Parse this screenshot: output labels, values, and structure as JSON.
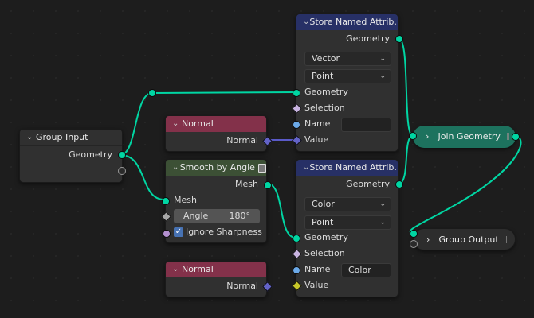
{
  "nodes": {
    "group_input": {
      "title": "Group Input",
      "outputs": [
        "Geometry"
      ]
    },
    "normal_1": {
      "title": "Normal",
      "output": "Normal"
    },
    "smooth_by_angle": {
      "title": "Smooth by Angle",
      "output": "Mesh",
      "inputs": {
        "mesh": "Mesh",
        "angle_label": "Angle",
        "angle_value": "180°",
        "ignore_sharpness": "Ignore Sharpness",
        "ignore_sharpness_checked": true
      }
    },
    "normal_2": {
      "title": "Normal",
      "output": "Normal"
    },
    "store_1": {
      "title": "Store Named Attrib...",
      "output": "Geometry",
      "data_type": "Vector",
      "domain": "Point",
      "inputs": {
        "geometry": "Geometry",
        "selection": "Selection",
        "name": "Name",
        "name_value": "",
        "value": "Value"
      }
    },
    "store_2": {
      "title": "Store Named Attrib...",
      "output": "Geometry",
      "data_type": "Color",
      "domain": "Point",
      "inputs": {
        "geometry": "Geometry",
        "selection": "Selection",
        "name": "Name",
        "name_value": "Color",
        "value": "Value"
      }
    },
    "join_geometry": {
      "title": "Join Geometry"
    },
    "group_output": {
      "title": "Group Output"
    }
  },
  "colors": {
    "geometry_socket": "#00d6a3",
    "normal_header": "#83314a",
    "smooth_header": "#3c5035",
    "store_header": "#273066",
    "join_node": "#1d725e",
    "canvas": "#1d1d1d"
  }
}
